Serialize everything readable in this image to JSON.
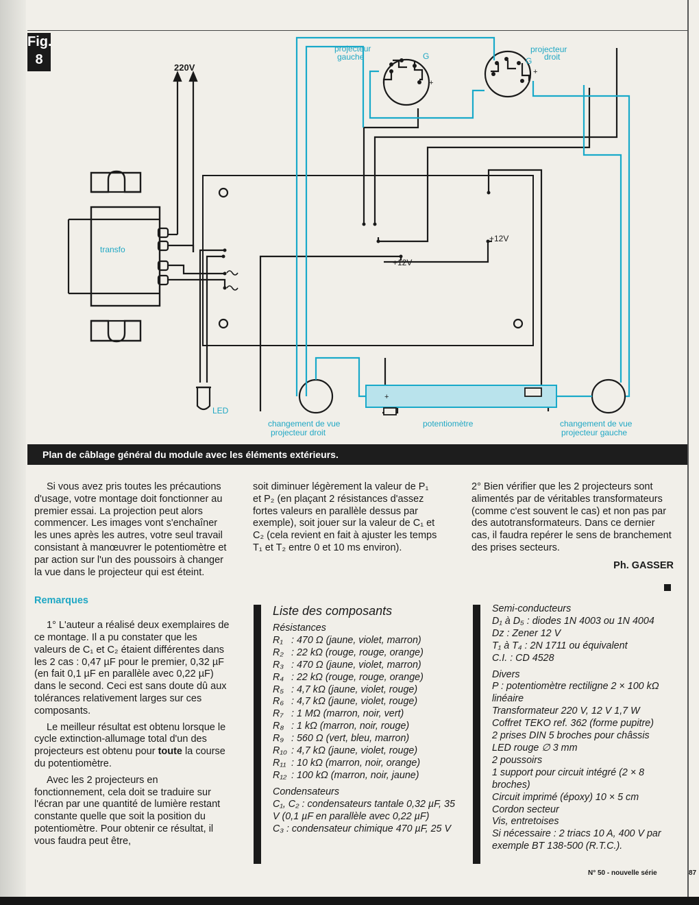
{
  "figure": {
    "label": "Fig.",
    "number": "8",
    "labels": {
      "proj_left": [
        "projecteur",
        "gauche"
      ],
      "proj_right": [
        "projecteur",
        "droit"
      ],
      "g": "G",
      "plus": "+",
      "v220": "220V",
      "transfo": "transfo",
      "v12a": "+12V",
      "v12b": "+12V",
      "led": "LED",
      "change_right": [
        "changement de vue",
        "projecteur droit"
      ],
      "potentiometre": "potentiomètre",
      "change_left": [
        "changement de vue",
        "projecteur gauche"
      ]
    },
    "colors": {
      "wire": "#1a1a1a",
      "cyan_wire": "#18a9c9",
      "label": "#1fa7c4",
      "pot_fill": "#b9e3ec"
    }
  },
  "caption": "Plan de câblage général du module avec les éléments extérieurs.",
  "col1": {
    "p1": "Si vous avez pris toutes les précautions d'usage, votre montage doit fonctionner au premier essai. La projection peut alors commencer. Les images vont s'enchaîner les unes après les autres, votre seul travail consistant à manœuvrer le potentiomètre et par action sur l'un des poussoirs à changer la vue dans le projecteur qui est éteint.",
    "heading": "Remarques",
    "p2": "1° L'auteur a réalisé deux exemplaires de ce montage. Il a pu constater que les valeurs de C₁ et C₂ étaient différentes dans les 2 cas : 0,47 µF pour le premier, 0,32 µF (en fait 0,1 µF en parallèle avec 0,22 µF) dans le second. Ceci est sans doute dû aux tolérances relativement larges sur ces composants.",
    "p3_before": "Le meilleur résultat est obtenu lorsque le cycle extinction-allumage total d'un des projecteurs est obtenu pour ",
    "p3_bold": "toute",
    "p3_after": " la course du potentiomètre.",
    "p4": "Avec les 2 projecteurs en fonctionnement, cela doit se traduire sur l'écran par une quantité de lumière restant constante quelle que soit la position du potentiomètre. Pour obtenir ce résultat, il vous faudra peut être,"
  },
  "col2": {
    "p1": "soit diminuer légèrement la valeur de P₁ et P₂ (en plaçant 2 résistances d'assez fortes valeurs en parallèle dessus par exemple), soit jouer sur la valeur de C₁ et C₂ (cela revient en fait à ajuster les temps T₁ et T₂ entre 0 et 10 ms environ)."
  },
  "col3": {
    "p1": "2° Bien vérifier que les 2 projecteurs sont alimentés par de véritables transformateurs (comme c'est souvent le cas) et non pas par des autotransformateurs. Dans ce dernier cas, il faudra repérer le sens de branchement des prises secteurs.",
    "author": "Ph. GASSER"
  },
  "components": {
    "title": "Liste des composants",
    "resistances_title": "Résistances",
    "resistances": [
      {
        "ref": "R₁",
        "value": ": 470 Ω (jaune, violet, marron)"
      },
      {
        "ref": "R₂",
        "value": ": 22 kΩ (rouge, rouge, orange)"
      },
      {
        "ref": "R₃",
        "value": ": 470 Ω (jaune, violet, marron)"
      },
      {
        "ref": "R₄",
        "value": ": 22 kΩ (rouge, rouge, orange)"
      },
      {
        "ref": "R₅",
        "value": ": 4,7 kΩ (jaune, violet, rouge)"
      },
      {
        "ref": "R₆",
        "value": ": 4,7 kΩ (jaune, violet, rouge)"
      },
      {
        "ref": "R₇",
        "value": ": 1 MΩ (marron, noir, vert)"
      },
      {
        "ref": "R₈",
        "value": ": 1 kΩ (marron, noir, rouge)"
      },
      {
        "ref": "R₉",
        "value": ": 560 Ω (vert, bleu, marron)"
      },
      {
        "ref": "R₁₀",
        "value": ": 4,7 kΩ (jaune, violet, rouge)"
      },
      {
        "ref": "R₁₁",
        "value": ": 10 kΩ (marron, noir, orange)"
      },
      {
        "ref": "R₁₂",
        "value": ": 100 kΩ (marron, noir, jaune)"
      }
    ],
    "condensateurs_title": "Condensateurs",
    "condensateurs": [
      "C₁, C₂ : condensateurs tantale 0,32 µF, 35 V (0,1 µF en parallèle avec 0,22 µF)",
      "C₃ : condensateur chimique 470 µF, 25 V"
    ],
    "semi_title": "Semi-conducteurs",
    "semi": [
      "D₁ à D₅ : diodes 1N 4003 ou 1N 4004",
      "Dz : Zener 12 V",
      "T₁ à T₄ : 2N 1711 ou équivalent",
      "C.I. : CD 4528"
    ],
    "divers_title": "Divers",
    "divers": [
      "P : potentiomètre rectiligne 2 × 100 kΩ linéaire",
      "Transformateur 220 V, 12 V 1,7 W",
      "Coffret TEKO ref. 362 (forme pupitre)",
      "2 prises DIN 5 broches pour châssis",
      "LED rouge ∅ 3 mm",
      "2 poussoirs",
      "1 support pour circuit intégré (2 × 8 broches)",
      "Circuit imprimé (époxy) 10 × 5 cm",
      "Cordon secteur",
      "Vis, entretoises",
      "Si nécessaire : 2 triacs 10 A, 400 V par exemple BT 138-500 (R.T.C.)."
    ]
  },
  "footer": "N° 50 - nouvelle série",
  "page_number": "87"
}
